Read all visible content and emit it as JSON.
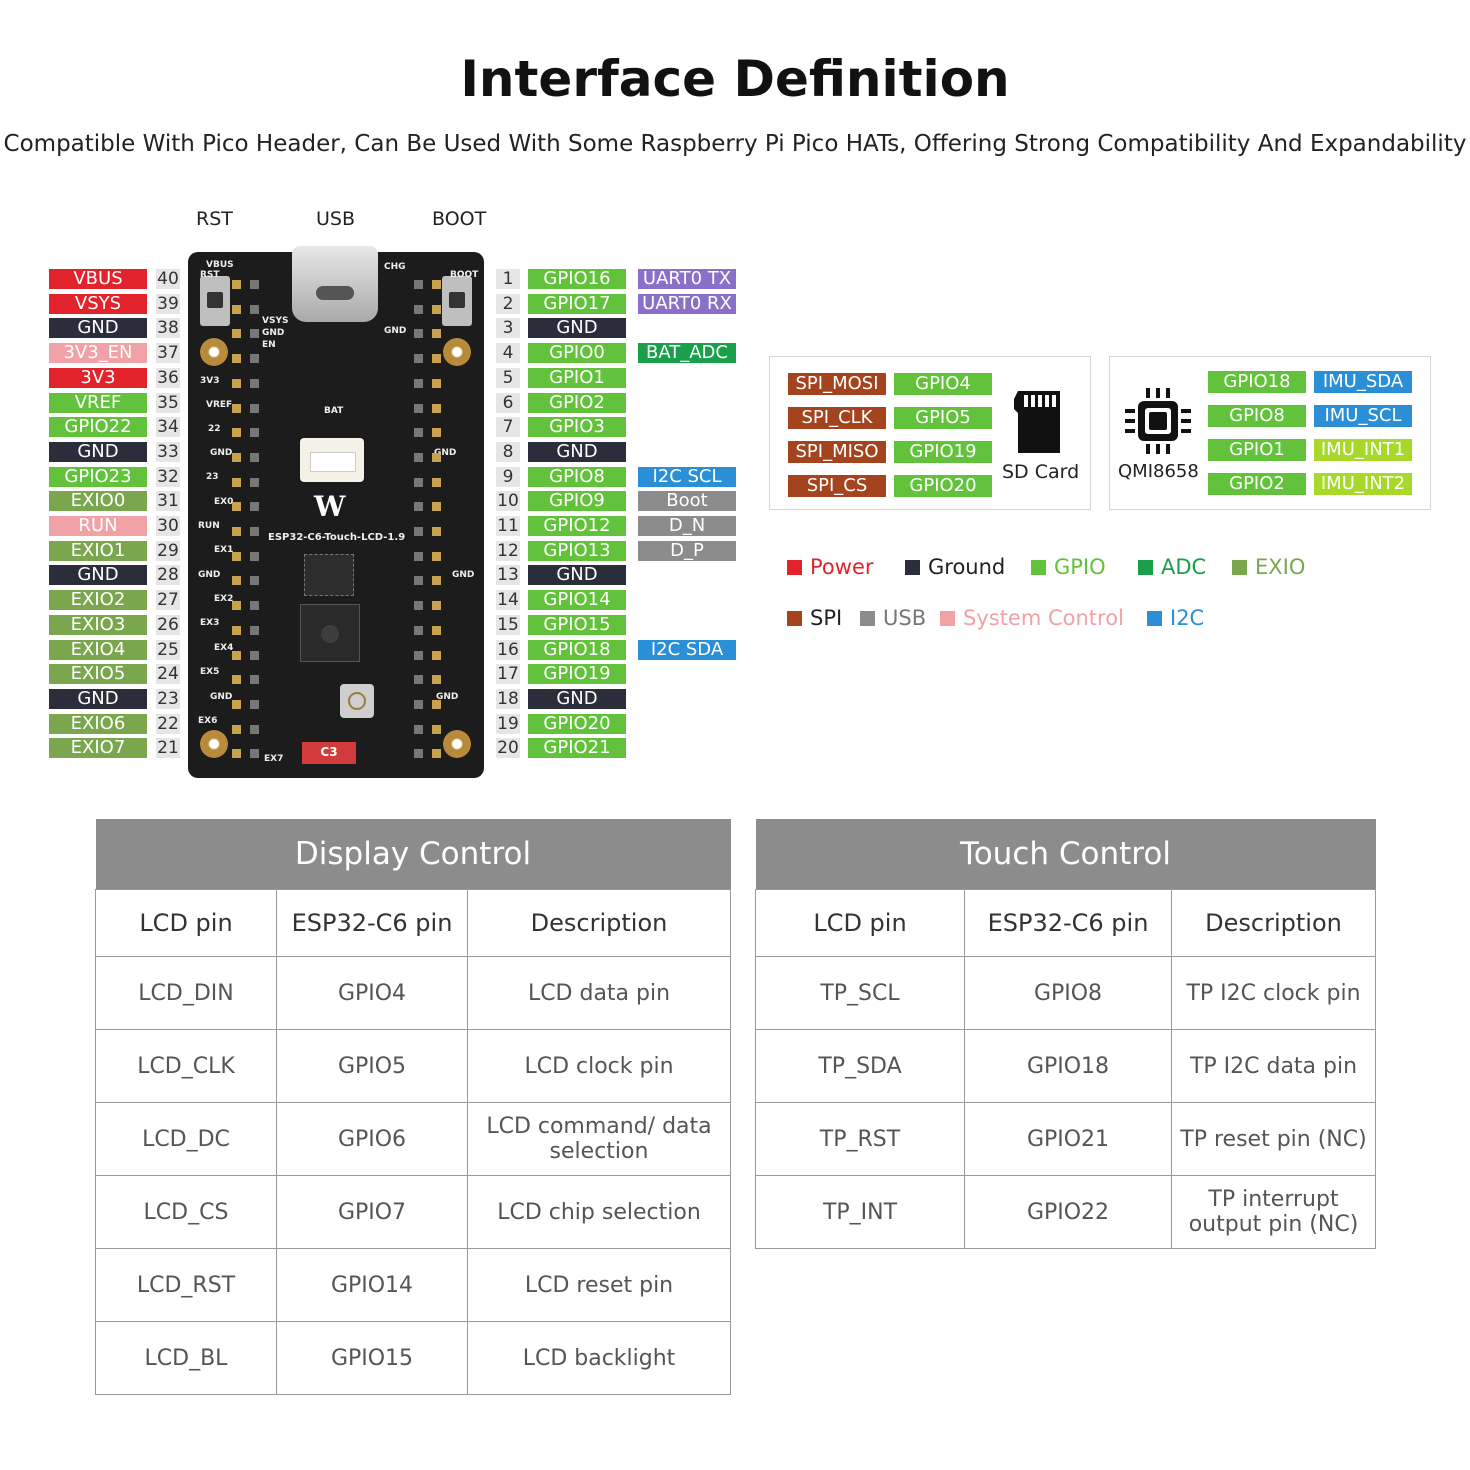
{
  "title": "Interface Definition",
  "subtitle": "Compatible With Pico Header, Can Be Used With Some Raspberry Pi Pico HATs, Offering Strong Compatibility And Expandability",
  "colors": {
    "power": "#e3232b",
    "ground": "#2b2e3a",
    "gpio": "#63c23c",
    "adc": "#1aa04a",
    "exio": "#7aa64e",
    "spi": "#a3441f",
    "usb": "#8c8c8c",
    "system_control": "#f0a2a6",
    "i2c": "#2a8fd6",
    "uart": "#8a70c8",
    "imu_int": "#a8d92a"
  },
  "top_labels": {
    "rst": "RST",
    "usb": "USB",
    "boot": "BOOT"
  },
  "board": {
    "model": "ESP32-C6-Touch-LCD-1.9",
    "chip_label": "C3",
    "silk": {
      "vbus": "VBUS",
      "vsys": "VSYS",
      "gnd": "GND",
      "en": "EN",
      "v3": "3V3",
      "vref": "VREF",
      "n22": "22",
      "n23": "23",
      "ex0": "EX0",
      "run": "RUN",
      "ex1": "EX1",
      "ex2": "EX2",
      "ex3": "EX3",
      "ex4": "EX4",
      "ex5": "EX5",
      "ex6": "EX6",
      "ex7": "EX7",
      "chg": "CHG",
      "boot": "BOOT",
      "rst": "RST",
      "bat": "BAT",
      "logo": "W"
    }
  },
  "left_pins": [
    {
      "num": "40",
      "label": "VBUS",
      "type": "power"
    },
    {
      "num": "39",
      "label": "VSYS",
      "type": "power"
    },
    {
      "num": "38",
      "label": "GND",
      "type": "ground"
    },
    {
      "num": "37",
      "label": "3V3_EN",
      "type": "system_control"
    },
    {
      "num": "36",
      "label": "3V3",
      "type": "power"
    },
    {
      "num": "35",
      "label": "VREF",
      "type": "gpio"
    },
    {
      "num": "34",
      "label": "GPIO22",
      "type": "gpio"
    },
    {
      "num": "33",
      "label": "GND",
      "type": "ground"
    },
    {
      "num": "32",
      "label": "GPIO23",
      "type": "gpio"
    },
    {
      "num": "31",
      "label": "EXIO0",
      "type": "exio"
    },
    {
      "num": "30",
      "label": "RUN",
      "type": "system_control"
    },
    {
      "num": "29",
      "label": "EXIO1",
      "type": "exio"
    },
    {
      "num": "28",
      "label": "GND",
      "type": "ground"
    },
    {
      "num": "27",
      "label": "EXIO2",
      "type": "exio"
    },
    {
      "num": "26",
      "label": "EXIO3",
      "type": "exio"
    },
    {
      "num": "25",
      "label": "EXIO4",
      "type": "exio"
    },
    {
      "num": "24",
      "label": "EXIO5",
      "type": "exio"
    },
    {
      "num": "23",
      "label": "GND",
      "type": "ground"
    },
    {
      "num": "22",
      "label": "EXIO6",
      "type": "exio"
    },
    {
      "num": "21",
      "label": "EXIO7",
      "type": "exio"
    }
  ],
  "right_pins": [
    {
      "num": "1",
      "label": "GPIO16",
      "type": "gpio",
      "extra": "UART0 TX",
      "extra_type": "uart"
    },
    {
      "num": "2",
      "label": "GPIO17",
      "type": "gpio",
      "extra": "UART0 RX",
      "extra_type": "uart"
    },
    {
      "num": "3",
      "label": "GND",
      "type": "ground"
    },
    {
      "num": "4",
      "label": "GPIO0",
      "type": "gpio",
      "extra": "BAT_ADC",
      "extra_type": "adc"
    },
    {
      "num": "5",
      "label": "GPIO1",
      "type": "gpio"
    },
    {
      "num": "6",
      "label": "GPIO2",
      "type": "gpio"
    },
    {
      "num": "7",
      "label": "GPIO3",
      "type": "gpio"
    },
    {
      "num": "8",
      "label": "GND",
      "type": "ground"
    },
    {
      "num": "9",
      "label": "GPIO8",
      "type": "gpio",
      "extra": "I2C SCL",
      "extra_type": "i2c"
    },
    {
      "num": "10",
      "label": "GPIO9",
      "type": "gpio",
      "extra": "Boot",
      "extra_type": "usb"
    },
    {
      "num": "11",
      "label": "GPIO12",
      "type": "gpio",
      "extra": "D_N",
      "extra_type": "usb"
    },
    {
      "num": "12",
      "label": "GPIO13",
      "type": "gpio",
      "extra": "D_P",
      "extra_type": "usb"
    },
    {
      "num": "13",
      "label": "GND",
      "type": "ground"
    },
    {
      "num": "14",
      "label": "GPIO14",
      "type": "gpio"
    },
    {
      "num": "15",
      "label": "GPIO15",
      "type": "gpio"
    },
    {
      "num": "16",
      "label": "GPIO18",
      "type": "gpio",
      "extra": "I2C SDA",
      "extra_type": "i2c"
    },
    {
      "num": "17",
      "label": "GPIO19",
      "type": "gpio"
    },
    {
      "num": "18",
      "label": "GND",
      "type": "ground"
    },
    {
      "num": "19",
      "label": "GPIO20",
      "type": "gpio"
    },
    {
      "num": "20",
      "label": "GPIO21",
      "type": "gpio"
    }
  ],
  "sd_card": {
    "caption": "SD Card",
    "rows": [
      {
        "signal": "SPI_MOSI",
        "gpio": "GPIO4"
      },
      {
        "signal": "SPI_CLK",
        "gpio": "GPIO5"
      },
      {
        "signal": "SPI_MISO",
        "gpio": "GPIO19"
      },
      {
        "signal": "SPI_CS",
        "gpio": "GPIO20"
      }
    ]
  },
  "imu": {
    "caption": "QMI8658",
    "rows": [
      {
        "gpio": "GPIO18",
        "signal": "IMU_SDA",
        "type": "i2c"
      },
      {
        "gpio": "GPIO8",
        "signal": "IMU_SCL",
        "type": "i2c"
      },
      {
        "gpio": "GPIO1",
        "signal": "IMU_INT1",
        "type": "imu_int"
      },
      {
        "gpio": "GPIO2",
        "signal": "IMU_INT2",
        "type": "imu_int"
      }
    ]
  },
  "legend": [
    {
      "label": "Power",
      "type": "power"
    },
    {
      "label": "Ground",
      "type": "ground"
    },
    {
      "label": "GPIO",
      "type": "gpio"
    },
    {
      "label": "ADC",
      "type": "adc"
    },
    {
      "label": "EXIO",
      "type": "exio"
    },
    {
      "label": "SPI",
      "type": "spi"
    },
    {
      "label": "USB",
      "type": "usb"
    },
    {
      "label": "System Control",
      "type": "system_control"
    },
    {
      "label": "I2C",
      "type": "i2c"
    }
  ],
  "display_table": {
    "caption": "Display Control",
    "headers": [
      "LCD pin",
      "ESP32-C6 pin",
      "Description"
    ],
    "rows": [
      [
        "LCD_DIN",
        "GPIO4",
        "LCD data pin"
      ],
      [
        "LCD_CLK",
        "GPIO5",
        "LCD clock pin"
      ],
      [
        "LCD_DC",
        "GPIO6",
        "LCD command/ data selection"
      ],
      [
        "LCD_CS",
        "GPIO7",
        "LCD chip selection"
      ],
      [
        "LCD_RST",
        "GPIO14",
        "LCD reset pin"
      ],
      [
        "LCD_BL",
        "GPIO15",
        "LCD backlight"
      ]
    ]
  },
  "touch_table": {
    "caption": "Touch Control",
    "headers": [
      "LCD pin",
      "ESP32-C6 pin",
      "Description"
    ],
    "rows": [
      [
        "TP_SCL",
        "GPIO8",
        "TP I2C clock pin"
      ],
      [
        "TP_SDA",
        "GPIO18",
        "TP I2C data pin"
      ],
      [
        "TP_RST",
        "GPIO21",
        "TP reset pin (NC)"
      ],
      [
        "TP_INT",
        "GPIO22",
        "TP interrupt output pin (NC)"
      ]
    ]
  }
}
